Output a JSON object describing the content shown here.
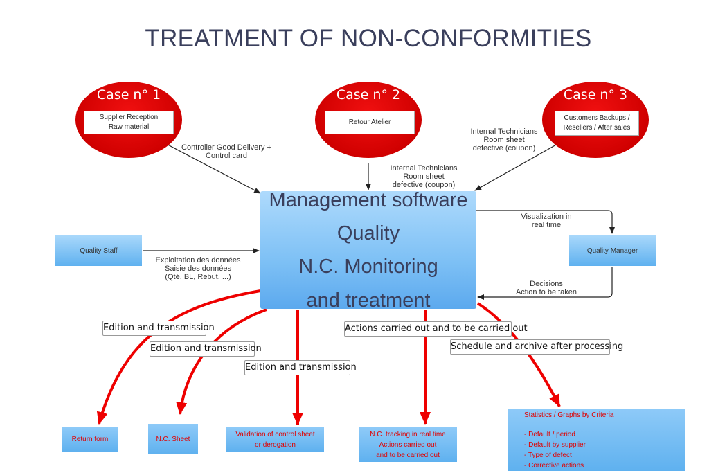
{
  "title": "TREATMENT OF NON-CONFORMITIES",
  "cases": [
    {
      "title": "Case n° 1",
      "box_line1": "Supplier Reception",
      "box_line2": "Raw material"
    },
    {
      "title": "Case n° 2",
      "box_line1": "Retour Atelier",
      "box_line2": ""
    },
    {
      "title": "Case n° 3",
      "box_line1": "Customers Backups /",
      "box_line2": "Resellers / After sales"
    }
  ],
  "labels": {
    "case1_line1": "Controller Good Delivery +",
    "case1_line2": "Control card",
    "case2_line1": "Internal Technicians",
    "case2_line2": "Room sheet",
    "case2_line3": "defective (coupon)",
    "case3_line1": "Internal Technicians",
    "case3_line2": "Room sheet",
    "case3_line3": "defective (coupon)",
    "staff_line1": "Exploitation des données",
    "staff_line2": "Saisie des données",
    "staff_line3": "(Qté, BL, Rebut, ...)",
    "vis_line1": "Visualization in",
    "vis_line2": "real time",
    "dec_line1": "Decisions",
    "dec_line2": "Action to be taken"
  },
  "central": {
    "line1": "Management software",
    "line2": "Quality",
    "line3": "N.C. Monitoring",
    "line4": "and treatment"
  },
  "quality_staff": "Quality Staff",
  "quality_manager": "Quality Manager",
  "edition_labels": [
    "Edition and transmission",
    "Edition and transmission",
    "Edition and transmission"
  ],
  "actions_label": "Actions carried out and to be carried out",
  "schedule_label": "Schedule and archive after processing",
  "outputs": {
    "return_form": "Return form",
    "nc_sheet": "N.C. Sheet",
    "validation_line1": "Validation of control sheet",
    "validation_line2": "or derogation",
    "tracking_line1": "N.C. tracking in real time",
    "tracking_line2": "Actions carried out",
    "tracking_line3": "and to be carried out",
    "stats_title": "Statistics / Graphs by Criteria",
    "stats_items": [
      "- Default / period",
      "- Default by supplier",
      "- Type of defect",
      "- Corrective actions"
    ]
  },
  "colors": {
    "case_red": "#d00000",
    "arrow_red": "#ee0000",
    "title": "#3a3f5c",
    "box_blue": "#7dc0f5",
    "output_text": "#e00000"
  }
}
